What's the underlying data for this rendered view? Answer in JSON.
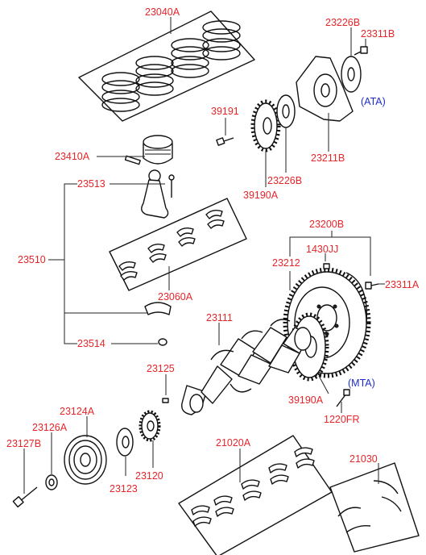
{
  "labels": {
    "piston_ring_set": "23040A",
    "drive_plate_adapter": "23226B",
    "drive_plate_bolt": "23311B",
    "crank_sensor_bolt": "39191",
    "drive_plate_ata": "23211B",
    "piston": "23410A",
    "sensor_plate_ata": "39190A",
    "drive_plate_spacer": "23226B",
    "conrod_bolt": "23513",
    "flywheel_assy": "23200B",
    "dowel_pin": "1430JJ",
    "conrod_assy": "23510",
    "ring_gear": "23212",
    "flywheel_bolt": "23311A",
    "conrod_bearing": "23060A",
    "crankshaft": "23111",
    "conrod_nut": "23514",
    "key": "23125",
    "sensor_plate_mta": "39190A",
    "pulley": "23124A",
    "sensor_bolt_mta": "1220FR",
    "pulley_bolt": "23127B",
    "pulley_washer": "23126A",
    "crank_sprocket": "23120",
    "main_bearing_set": "21020A",
    "thrust_bearing": "21030",
    "crank_flange": "23123"
  },
  "notes": {
    "automatic": "(ATA)",
    "manual": "(MTA)"
  },
  "colors": {
    "label": "#e4262a",
    "note": "#1c2bc8",
    "line": "#111111"
  }
}
